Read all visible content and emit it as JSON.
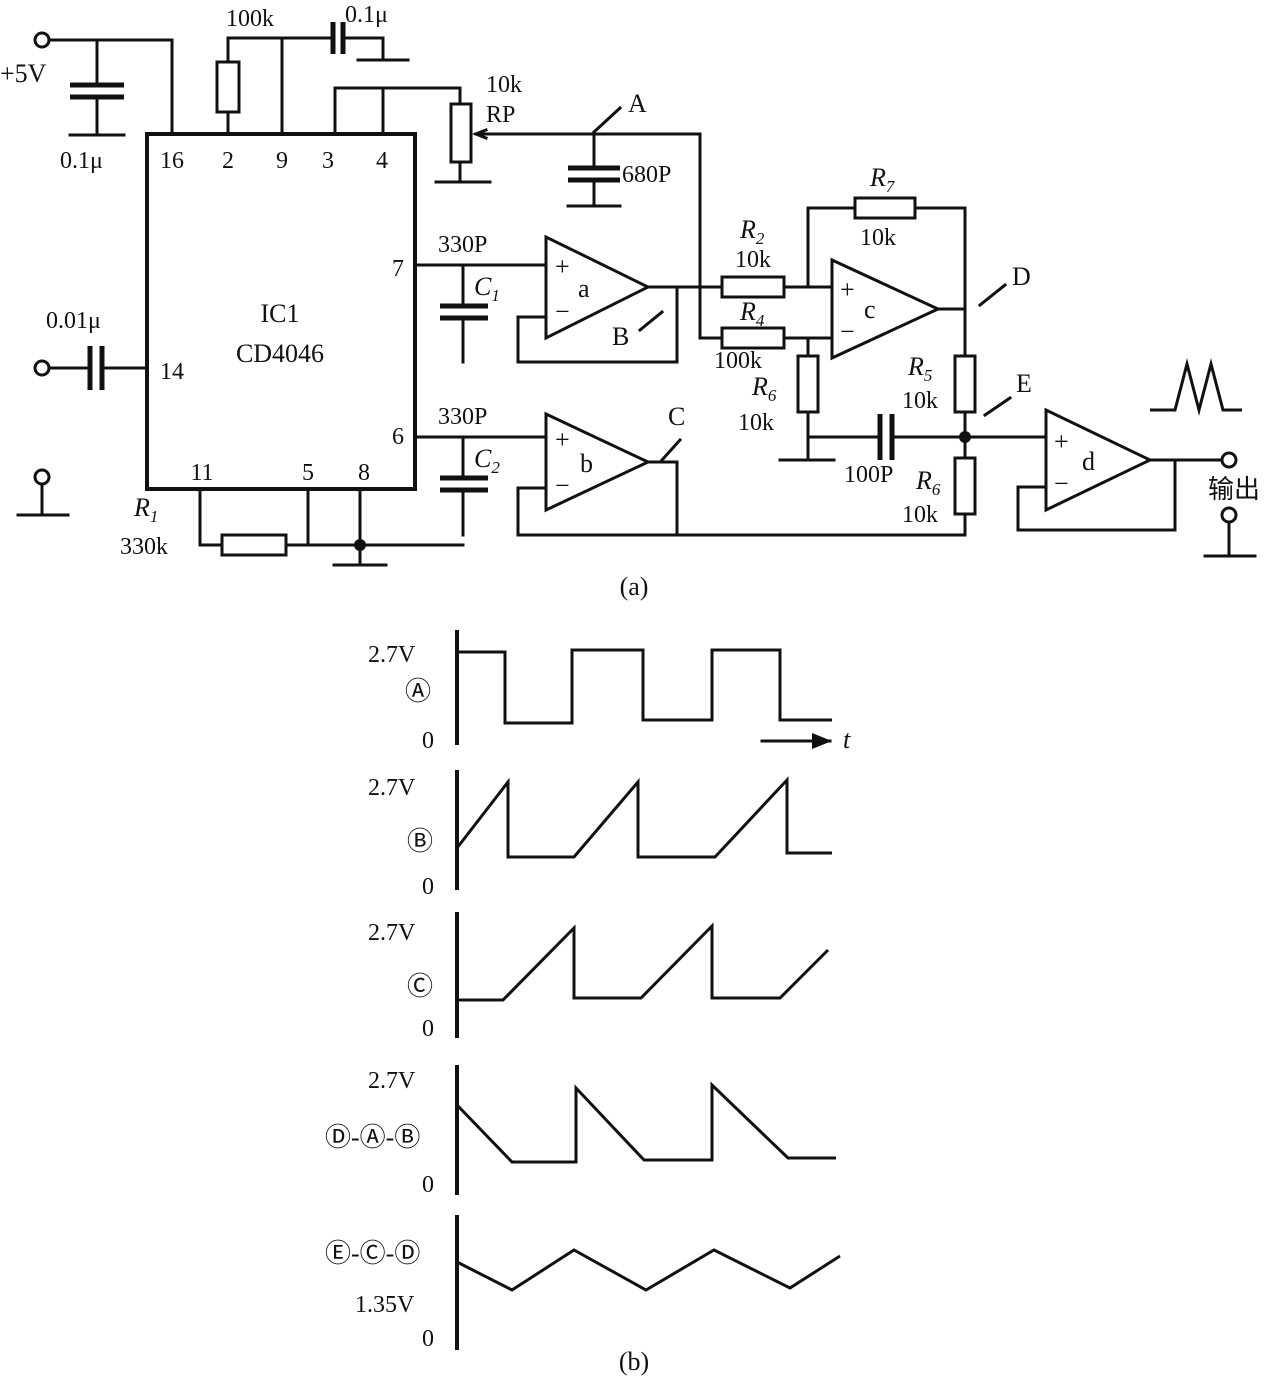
{
  "diagram_a": {
    "caption": "(a)",
    "ic": {
      "name": "IC1",
      "part": "CD4046",
      "pins": [
        "16",
        "2",
        "9",
        "3",
        "4",
        "7",
        "14",
        "6",
        "11",
        "5",
        "8"
      ]
    },
    "supply": "+5V",
    "components": {
      "c_supply": "0.1μ",
      "r_top": "100k",
      "c_top": "0.1μ",
      "rp_value": "10k",
      "rp_name": "RP",
      "c_680": "680P",
      "c1_value": "330P",
      "c1_name": "C",
      "c1_sub": "1",
      "c2_value": "330P",
      "c2_name": "C",
      "c2_sub": "2",
      "c_in": "0.01μ",
      "r1_name": "R",
      "r1_sub": "1",
      "r1_value": "330k",
      "r2_name": "R",
      "r2_sub": "2",
      "r2_value": "10k",
      "r4_name": "R",
      "r4_sub": "4",
      "r4_value": "100k",
      "r6a_name": "R",
      "r6a_sub": "6",
      "r6a_value": "10k",
      "r7_name": "R",
      "r7_sub": "7",
      "r7_value": "10k",
      "r5_name": "R",
      "r5_sub": "5",
      "r5_value": "10k",
      "r6b_name": "R",
      "r6b_sub": "6",
      "r6b_value": "10k",
      "c_100": "100P"
    },
    "opamps": [
      "a",
      "b",
      "c",
      "d"
    ],
    "opamp_plus": "+",
    "opamp_minus": "−",
    "nodes": [
      "A",
      "B",
      "C",
      "D",
      "E"
    ],
    "output_label": "输出"
  },
  "diagram_b": {
    "caption": "(b)",
    "time_label": "t",
    "panels": [
      {
        "id": "A",
        "top_label": "2.7V",
        "signal_label": "Ⓐ",
        "zero": "0"
      },
      {
        "id": "B",
        "top_label": "2.7V",
        "signal_label": "Ⓑ",
        "zero": "0"
      },
      {
        "id": "C",
        "top_label": "2.7V",
        "signal_label": "Ⓒ",
        "zero": "0"
      },
      {
        "id": "D",
        "top_label": "2.7V",
        "signal_label": "Ⓓ-Ⓐ-Ⓑ",
        "zero": "0"
      },
      {
        "id": "E",
        "mid_label": "1.35V",
        "signal_label": "Ⓔ-Ⓒ-Ⓓ",
        "zero": "0"
      }
    ]
  }
}
